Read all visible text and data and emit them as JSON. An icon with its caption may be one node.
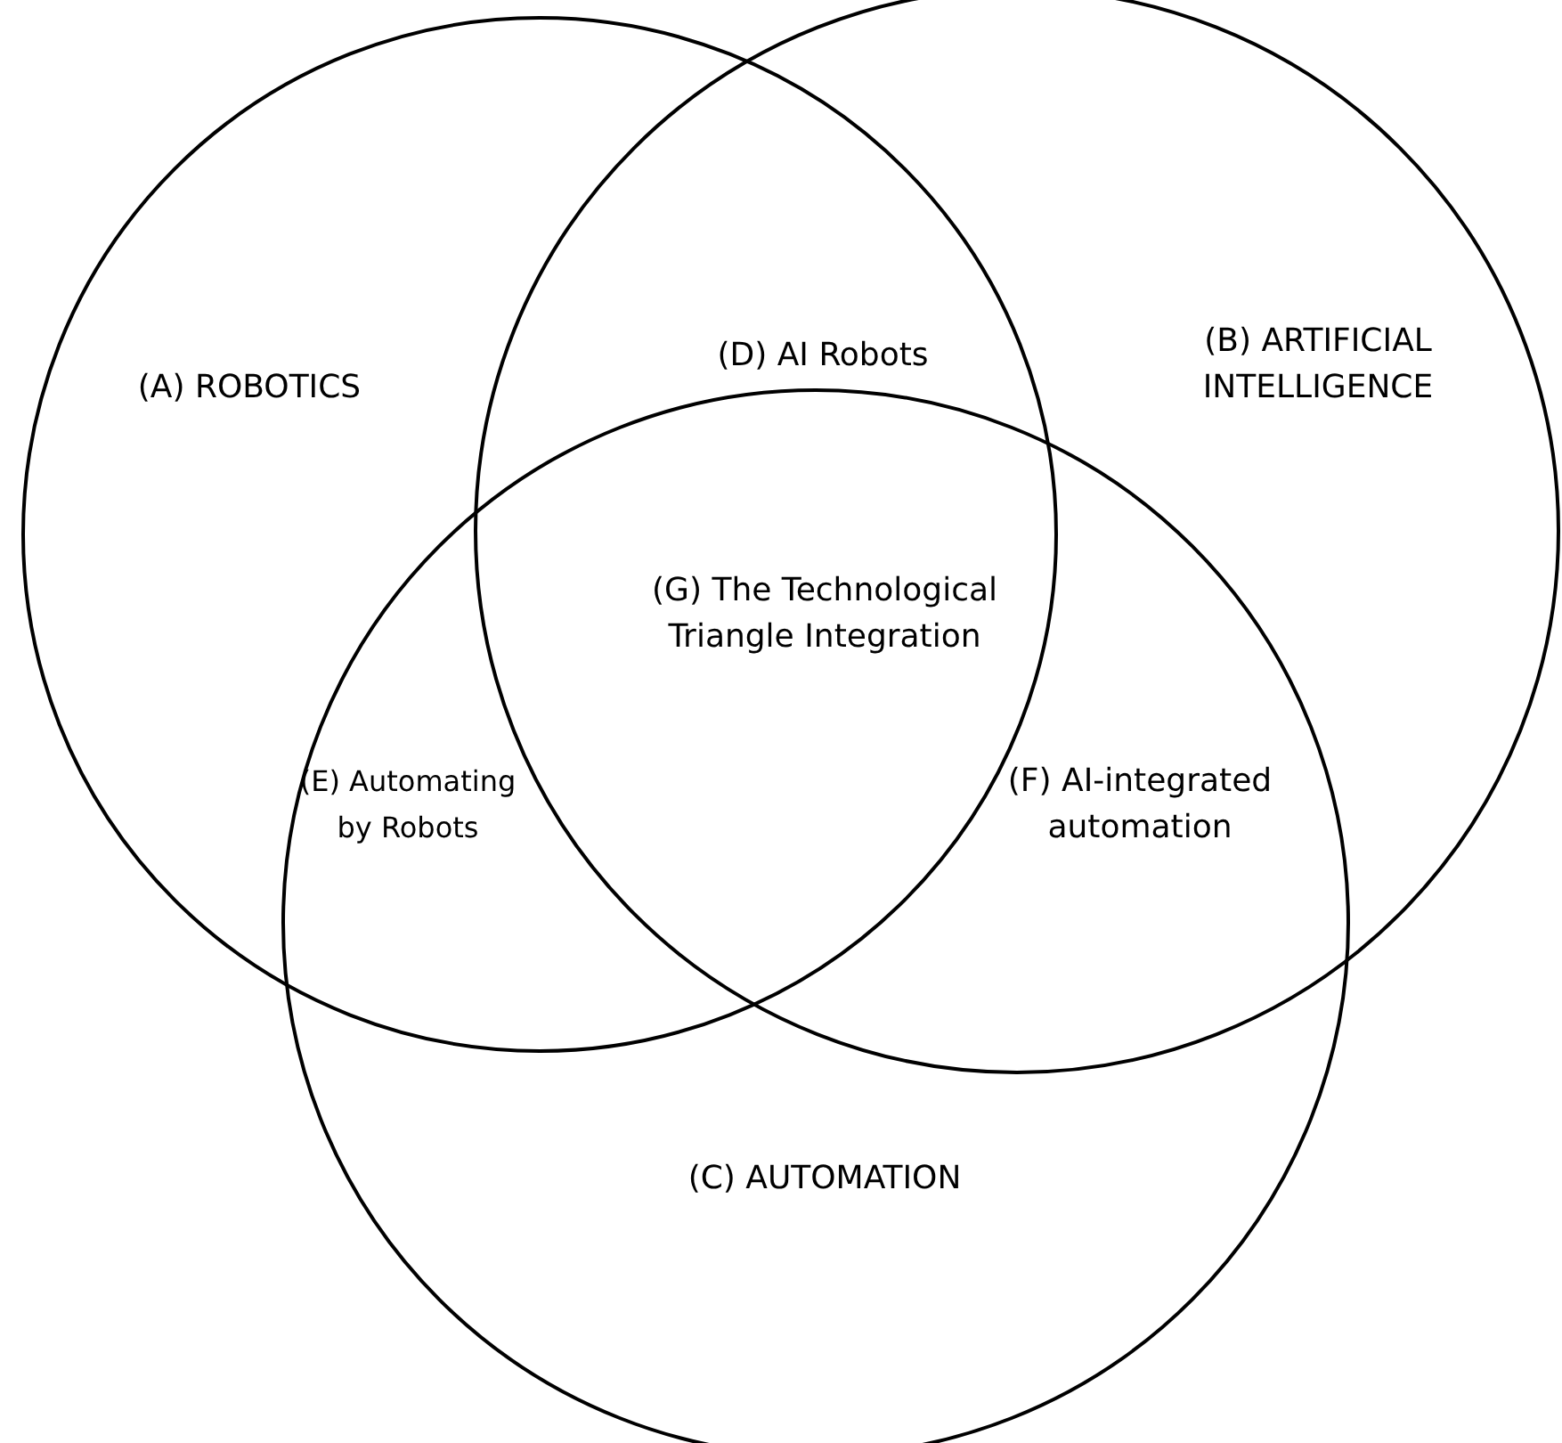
{
  "diagram": {
    "nodes": [
      {
        "text": [
          "(A) ROBOTICS"
        ]
      },
      {
        "text": [
          "(B) ARTIFICIAL INTELLIGENCE"
        ]
      },
      {
        "text": [
          "(C) AUTOMATION"
        ]
      }
    ],
    "labels": [
      "(D) AI Robots",
      "(G) The Technological Triangle Integration",
      "(E) Automating by Robots",
      "(F) AI-integrated automation"
    ]
  }
}
